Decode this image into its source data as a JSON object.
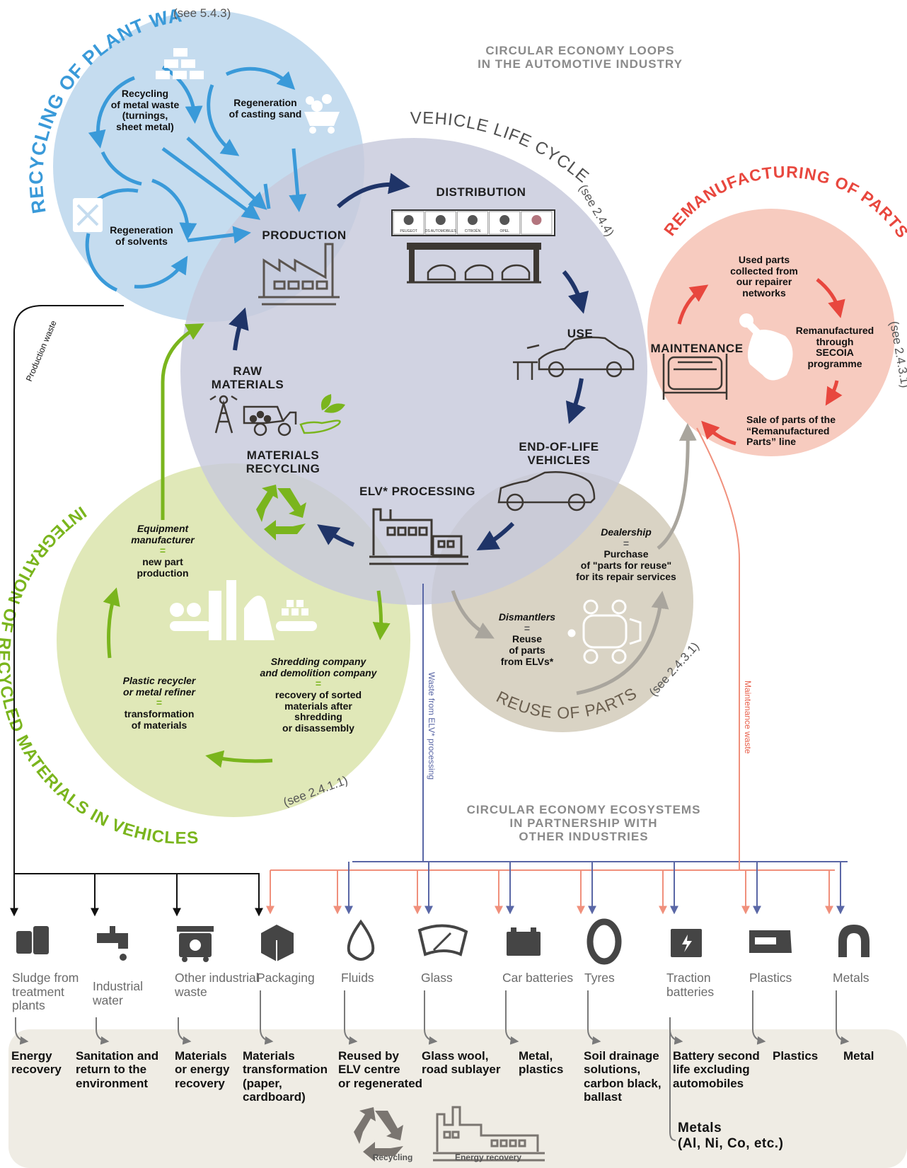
{
  "diagram_title": {
    "line1": "CIRCULAR ECONOMY LOOPS",
    "line2": "IN THE AUTOMOTIVE INDUSTRY"
  },
  "plant_waste": {
    "title": "RECYCLING OF PLANT WASTE",
    "ref": "(see 5.4.3)",
    "metal": [
      "Recycling",
      "of metal waste",
      "(turnings,",
      "sheet metal)"
    ],
    "sand": [
      "Regeneration",
      "of casting sand"
    ],
    "solvents": [
      "Regeneration",
      "of solvents"
    ],
    "color": "#3a9ad9"
  },
  "life_cycle": {
    "title": "VEHICLE LIFE CYCLE",
    "ref": "(see 2.4.4)",
    "production": "PRODUCTION",
    "distribution": "DISTRIBUTION",
    "use": "USE",
    "end_of_life": [
      "END-OF-LIFE",
      "VEHICLES"
    ],
    "elv_processing": "ELV* PROCESSING",
    "materials_recycling": [
      "MATERIALS",
      "RECYCLING"
    ],
    "raw_materials": [
      "RAW",
      "MATERIALS"
    ],
    "brands": [
      "PEUGEOT",
      "DS AUTOMOBILES",
      "CITROËN",
      "OPEL",
      ""
    ],
    "arrow_color": "#1f3468"
  },
  "remanufacturing": {
    "title": "REMANUFACTURING OF PARTS",
    "ref": "(see 2.4.3.1)",
    "maintenance": "MAINTENANCE",
    "used_parts": [
      "Used parts",
      "collected from",
      "our repairer",
      "networks"
    ],
    "remanufactured": [
      "Remanufactured",
      "through",
      "SECOIA",
      "programme"
    ],
    "sale": [
      "Sale of parts of the",
      "“Remanufactured",
      "Parts” line"
    ],
    "color": "#e8473e"
  },
  "reuse": {
    "title": "REUSE OF PARTS",
    "ref": "(see 2.4.3.1)",
    "dealership": "Dealership",
    "eq": "=",
    "dealership_text": [
      "Purchase",
      "of \"parts for reuse\"",
      "for its repair services"
    ],
    "dismantlers": "Dismantlers",
    "dismantlers_text": [
      "Reuse",
      "of parts",
      "from ELVs*"
    ]
  },
  "integration": {
    "title": "INTEGRATION OF RECYCLED MATERIALS IN VEHICLES",
    "ref": "(see 2.4.1.1)",
    "equipment": [
      "Equipment",
      "manufacturer"
    ],
    "equipment_text": [
      "new part",
      "production"
    ],
    "shredding": [
      "Shredding company",
      "and demolition company"
    ],
    "shredding_text": [
      "recovery of sorted",
      "materials after",
      "shredding",
      "or disassembly"
    ],
    "plastic": [
      "Plastic recycler",
      "or metal refiner"
    ],
    "plastic_text": [
      "transformation",
      "of materials"
    ],
    "color": "#7ab51d"
  },
  "flows": {
    "production_waste": "Production waste",
    "elv_waste": "Waste from ELV* processing",
    "maintenance_waste": "Maintenance waste"
  },
  "ecosystems_title": [
    "CIRCULAR ECONOMY ECOSYSTEMS",
    "IN PARTNERSHIP WITH",
    "OTHER INDUSTRIES"
  ],
  "categories": [
    {
      "label": [
        "Sludge from",
        "treatment",
        "plants"
      ],
      "out": [
        "Energy",
        "recovery"
      ],
      "icon": "barrels-icon"
    },
    {
      "label": [
        "Industrial",
        "water"
      ],
      "out": [
        "Sanitation and",
        "return to the",
        "environment"
      ],
      "icon": "tap-icon"
    },
    {
      "label": [
        "Other industrial",
        "waste"
      ],
      "out": [
        "Materials",
        "or energy",
        "recovery"
      ],
      "icon": "recycling-bin-icon"
    },
    {
      "label": [
        "Packaging"
      ],
      "out": [
        "Materials",
        "transformation",
        "(paper,",
        "cardboard)"
      ],
      "icon": "box-icon"
    },
    {
      "label": [
        "Fluids"
      ],
      "out": [
        "Reused by",
        "ELV centre",
        "or regenerated"
      ],
      "icon": "drop-icon"
    },
    {
      "label": [
        "Glass"
      ],
      "out": [
        "Glass wool,",
        "road sublayer"
      ],
      "icon": "windshield-icon"
    },
    {
      "label": [
        "Car batteries"
      ],
      "out": [
        "Metal,",
        "plastics"
      ],
      "icon": "battery-icon"
    },
    {
      "label": [
        "Tyres"
      ],
      "out": [
        "Soil drainage",
        "solutions,",
        "carbon black,",
        "ballast"
      ],
      "icon": "tyre-icon"
    },
    {
      "label": [
        "Traction",
        "batteries"
      ],
      "out": [
        "Battery second",
        "life excluding",
        "automobiles"
      ],
      "icon": "traction-battery-icon"
    },
    {
      "label": [
        "Plastics"
      ],
      "out": [
        "Plastics"
      ],
      "icon": "bumper-icon"
    },
    {
      "label": [
        "Metals"
      ],
      "out": [
        "Metal"
      ],
      "icon": "magnet-icon"
    }
  ],
  "metals_out": [
    "Metals",
    "(Al, Ni, Co, etc.)"
  ],
  "legend": {
    "recycling": "Recycling",
    "energy": "Energy recovery"
  }
}
